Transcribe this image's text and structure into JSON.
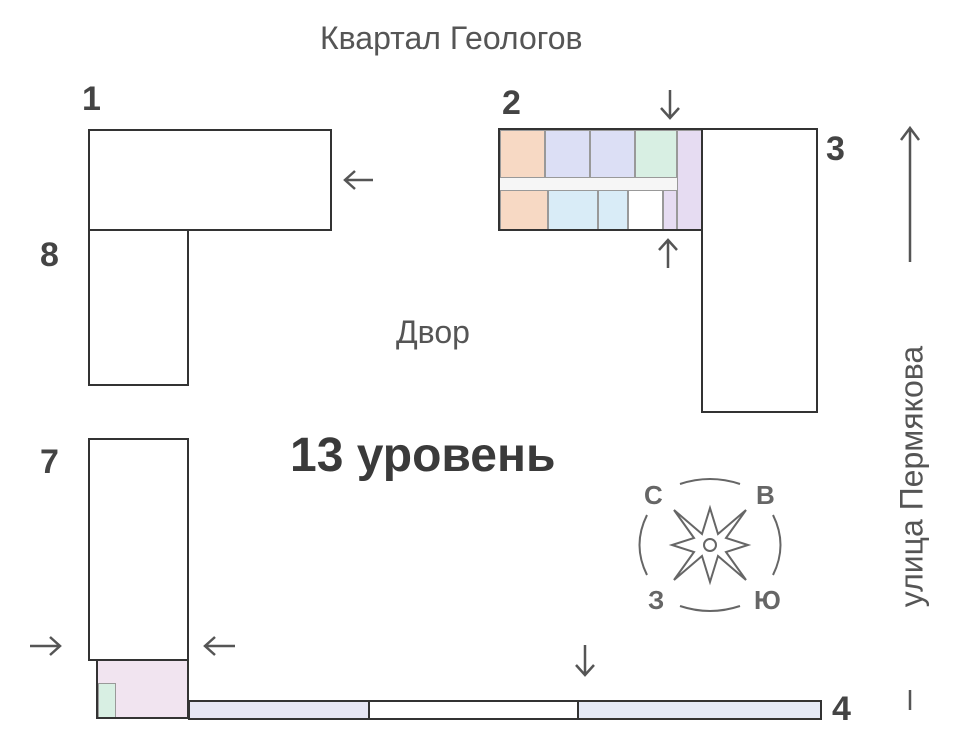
{
  "header": {
    "district": "Квартал Геологов"
  },
  "labels": {
    "courtyard": "Двор",
    "level": "13 уровень",
    "street": "улица Пермякова"
  },
  "buildings": [
    "1",
    "2",
    "3",
    "8",
    "7",
    "4"
  ],
  "compass": {
    "north": "С",
    "east": "В",
    "west": "З",
    "south": "Ю"
  },
  "colors": {
    "orange": "#f7d9c4",
    "blue": "#dcdff5",
    "green": "#d8efe3",
    "lightblue": "#d9ecf7",
    "purple": "#e6dcf2",
    "pink": "#f1e4f0",
    "outline": "#333333"
  }
}
